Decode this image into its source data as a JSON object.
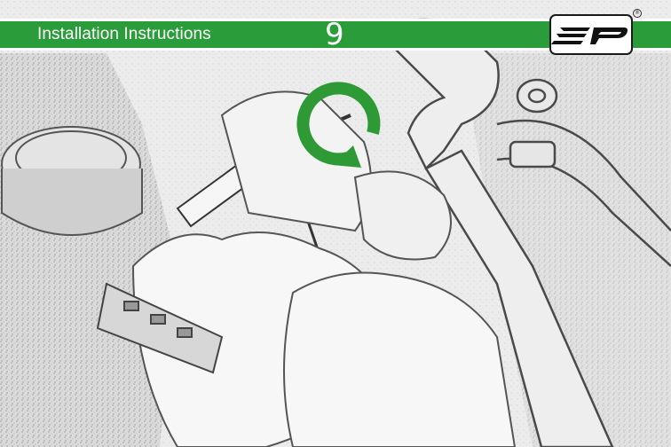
{
  "header": {
    "title": "Installation Instructions",
    "page_number": "9"
  },
  "logo": {
    "name": "ep-logo",
    "registered_mark": "®"
  },
  "illustration": {
    "subject": "hands-with-t-handle-tool",
    "rotation_indicator": "counterclockwise-arrow"
  },
  "colors": {
    "accent": "#2a9d3a",
    "arrow": "#2e9a35",
    "sketch_ink": "#4a4a4a"
  }
}
